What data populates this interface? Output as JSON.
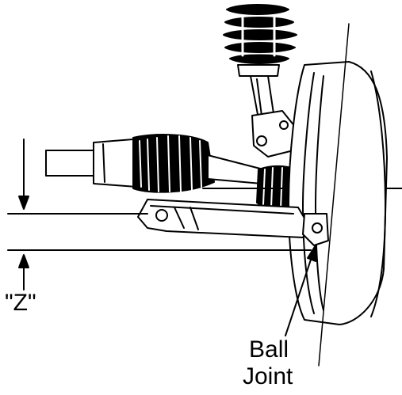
{
  "diagram": {
    "labels": {
      "z_dimension": "\"Z\"",
      "ball_joint_line1": "Ball",
      "ball_joint_line2": "Joint"
    },
    "colors": {
      "ink": "#000000",
      "background": "#ffffff"
    }
  }
}
